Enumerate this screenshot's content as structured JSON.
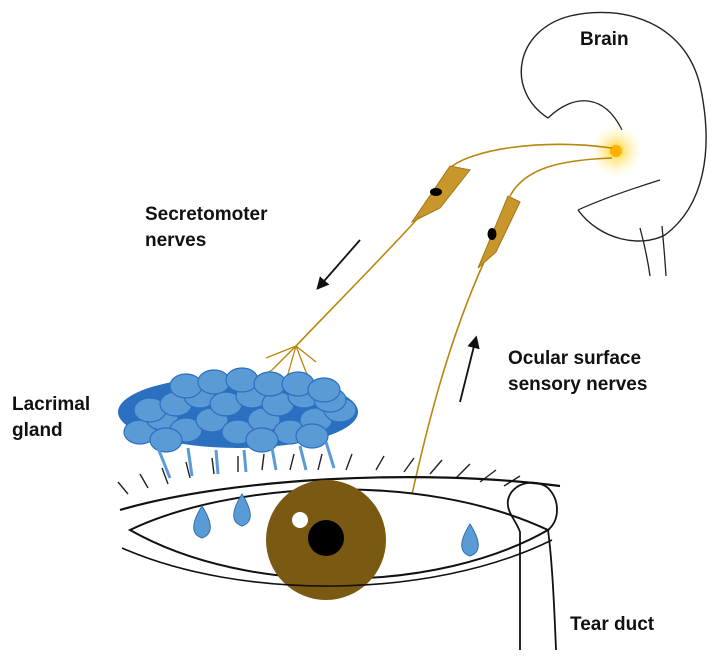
{
  "labels": {
    "brain": "Brain",
    "secretomotor_line1": "Secretomoter",
    "secretomotor_line2": "nerves",
    "sensory_line1": "Ocular surface",
    "sensory_line2": "sensory nerves",
    "gland_line1": "Lacrimal",
    "gland_line2": "gland",
    "tear_duct": "Tear duct"
  },
  "colors": {
    "nerve": "#b8860b",
    "neuron_body": "#c8962a",
    "gland": "#5b9bd5",
    "gland_dark": "#2a6fc0",
    "tear_drop": "#5b9bd5",
    "iris": "#7a5a12",
    "pupil": "#000000",
    "brain_glow": "#ffd54a",
    "outline": "#000000"
  },
  "arrows": {
    "secretomotor_direction": "down-left",
    "sensory_direction": "up"
  }
}
